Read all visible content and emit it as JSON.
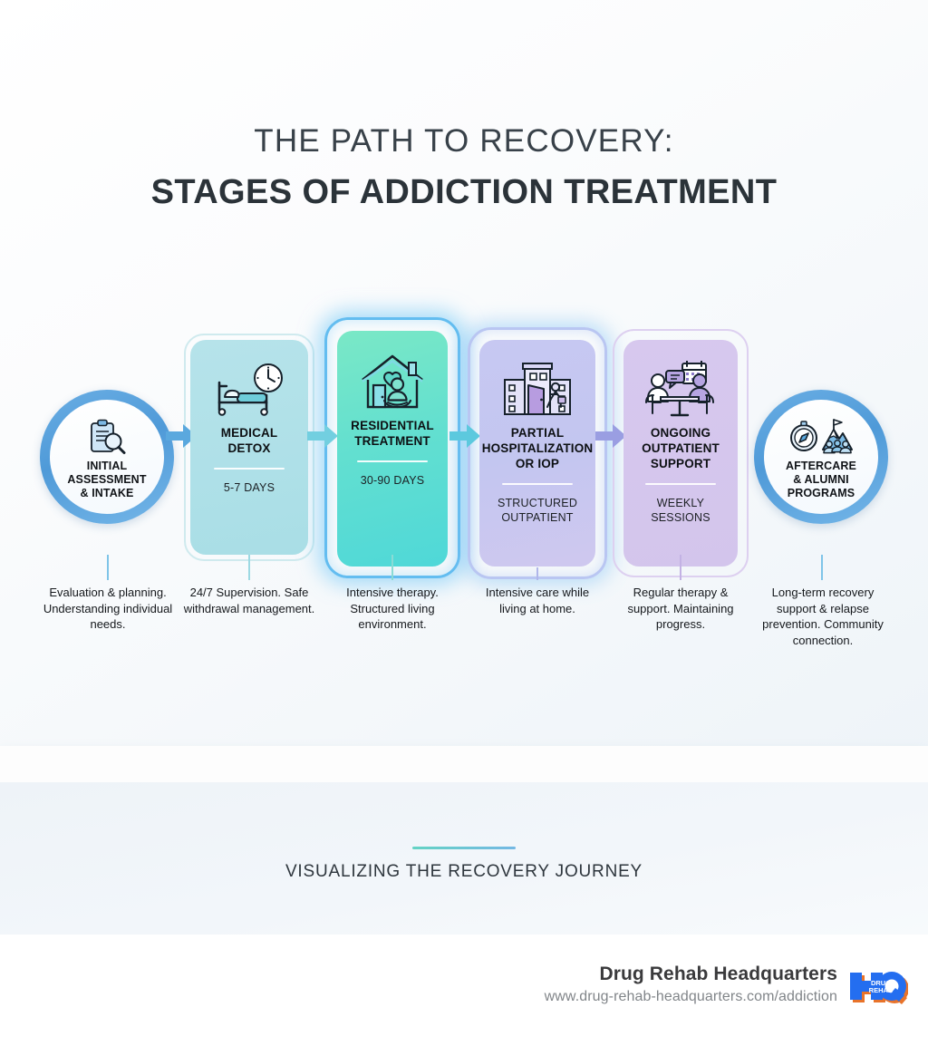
{
  "header": {
    "title_line1": "THE PATH TO RECOVERY:",
    "title_line2": "STAGES OF ADDICTION TREATMENT"
  },
  "flow": {
    "start_node": {
      "icon": "clipboard-magnifier-icon",
      "label_line1": "INITIAL",
      "label_line2": "ASSESSMENT",
      "label_line3": "& INTAKE",
      "caption": "Evaluation & planning. Understanding individual needs.",
      "accent": "#4f9ad8"
    },
    "end_node": {
      "icon": "compass-mountain-icon",
      "label_line1": "AFTERCARE",
      "label_line2": "& ALUMNI",
      "label_line3": "PROGRAMS",
      "caption": "Long-term recovery support & relapse prevention. Community connection.",
      "accent": "#4f9ad8"
    },
    "stages": [
      {
        "icon": "hospital-bed-clock-icon",
        "title_line1": "MEDICAL",
        "title_line2": "DETOX",
        "sub_line1": "5-7 DAYS",
        "sub_line2": "",
        "caption": "24/7 Supervision. Safe withdrawal management.",
        "color": "#a9dee6",
        "highlighted": false
      },
      {
        "icon": "house-meditation-icon",
        "title_line1": "RESIDENTIAL",
        "title_line2": "TREATMENT",
        "sub_line1": "30-90 DAYS",
        "sub_line2": "",
        "caption": "Intensive therapy. Structured living environment.",
        "color": "#62dfd0",
        "highlighted": true
      },
      {
        "icon": "building-exit-icon",
        "title_line1": "PARTIAL",
        "title_line2": "HOSPITALIZATION",
        "title_line3": "OR IOP",
        "sub_line1": "STRUCTURED",
        "sub_line2": "OUTPATIENT",
        "caption": "Intensive care while living at home.",
        "color": "#c3c6f0",
        "highlighted": true
      },
      {
        "icon": "therapy-session-calendar-icon",
        "title_line1": "ONGOING",
        "title_line2": "OUTPATIENT",
        "title_line3": "SUPPORT",
        "sub_line1": "WEEKLY",
        "sub_line2": "SESSIONS",
        "caption": "Regular therapy & support. Maintaining progress.",
        "color": "#d3c5ec",
        "highlighted": false
      }
    ]
  },
  "banner": {
    "subtitle": "VISUALIZING THE RECOVERY JOURNEY"
  },
  "footer": {
    "brand_name": "Drug Rehab Headquarters",
    "url": "www.drug-rehab-headquarters.com/addiction",
    "logo_text_main": "HQ",
    "logo_text_line1": "DRUG",
    "logo_text_line2": "REHAB"
  }
}
